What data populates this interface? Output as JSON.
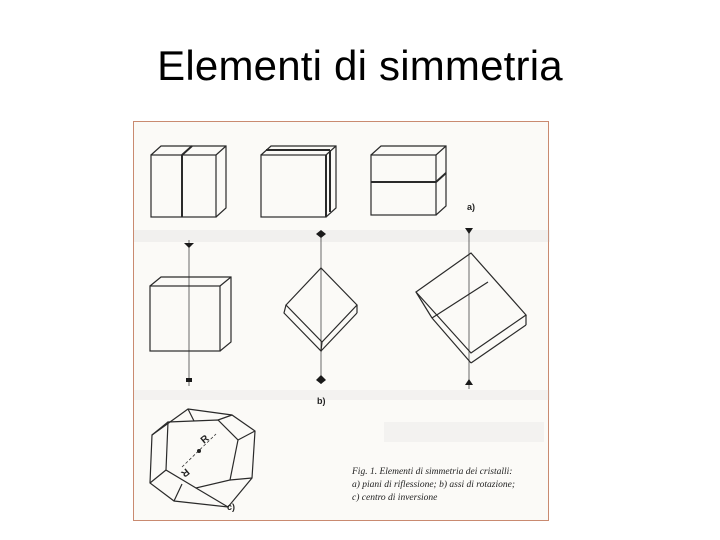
{
  "slide": {
    "title": "Elementi di simmetria"
  },
  "figure": {
    "labels": {
      "a": "a)",
      "b": "b)",
      "c": "c)"
    },
    "inversion_marks": [
      "R",
      "R"
    ],
    "caption_lines": [
      "Fig. 1. Elementi di simmetria dei cristalli:",
      "a) piani di riflessione; b) assi di rotazione;",
      "c) centro di inversione"
    ]
  }
}
